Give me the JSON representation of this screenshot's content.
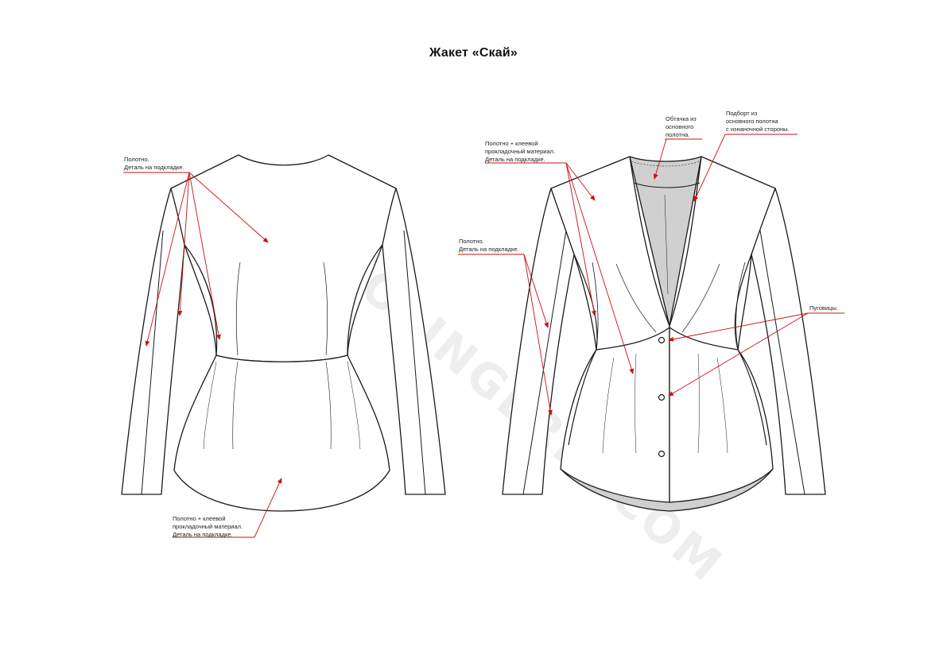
{
  "title": "Жакет «Скай»",
  "watermark": "LEKALOLINGERIE.COM",
  "colors": {
    "outline": "#1a1a1a",
    "arrow": "#cc1111",
    "lining": "#d0d0d0",
    "watermark": "#eeeeee"
  },
  "annotations": {
    "back_fabric": [
      "Полотно.",
      "Деталь на подкладке."
    ],
    "back_peplum": [
      "Полотно + клеевой",
      "прокладочный материал.",
      "Деталь на подкладке."
    ],
    "front_interfacing": [
      "Полотно + клеевой",
      "прокладочный материал.",
      "Деталь на подкладке."
    ],
    "front_fabric": [
      "Полотно.",
      "Деталь на подкладке."
    ],
    "facing_main": [
      "Обтачка из",
      "основного",
      "полотна."
    ],
    "lapel_facing": [
      "Подборт из",
      "основного полотна",
      "с изнаночной стороны."
    ],
    "buttons": [
      "Пуговицы."
    ]
  }
}
